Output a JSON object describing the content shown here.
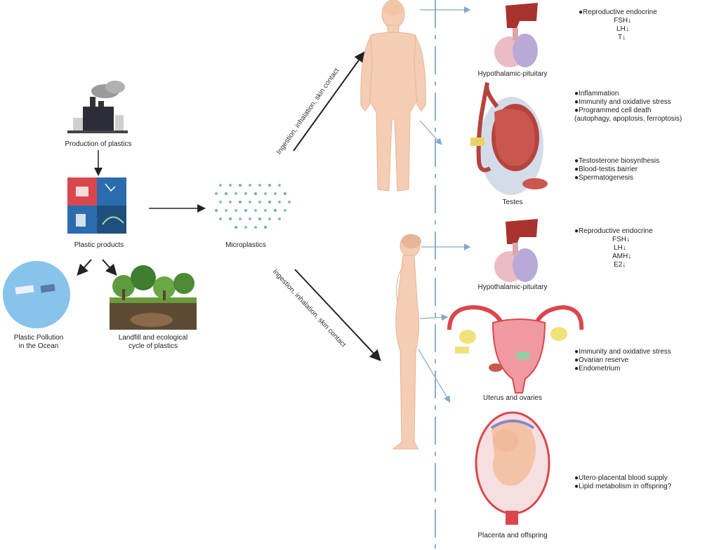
{
  "sources": {
    "production": "Production of plastics",
    "products": "Plastic products",
    "ocean": "Plastic Pollution\nin the Ocean",
    "landfill": "Landfill and ecological\ncycle of plastics",
    "microplastics": "Microplastics"
  },
  "exposure_routes": {
    "male": "Ingestion,   inhalation,   skin contact",
    "female": "Ingestion,   inhalation,   skin contact"
  },
  "organs": {
    "male_hp": "Hypothalamic-pituitary",
    "testes": "Testes",
    "female_hp": "Hypothalamic-pituitary",
    "uterus": "Uterus and ovaries",
    "placenta": "Placenta and offspring"
  },
  "effects": {
    "male_endocrine": [
      "●Reproductive endocrine",
      "FSH↓",
      "LH↓",
      "T↓"
    ],
    "testes_a": [
      "●Inflammation",
      "●Immunity and oxidative stress",
      "●Programmed cell death",
      "(autophagy, apoptosis, ferroptosis)"
    ],
    "testes_b": [
      "●Testosterone biosynthesis",
      "●Blood-testis barrier",
      "●Spermatogenesis"
    ],
    "female_endocrine": [
      "●Reproductive endocrine",
      "FSH↓",
      "LH↓",
      "AMH↓",
      "E2↓"
    ],
    "uterus": [
      "●Immunity and oxidative stress",
      "●Ovarian reserve",
      "●Endometrium"
    ],
    "placenta": [
      "●Utero-placental blood supply",
      "●Lipid metabolism in offspring?"
    ]
  }
}
